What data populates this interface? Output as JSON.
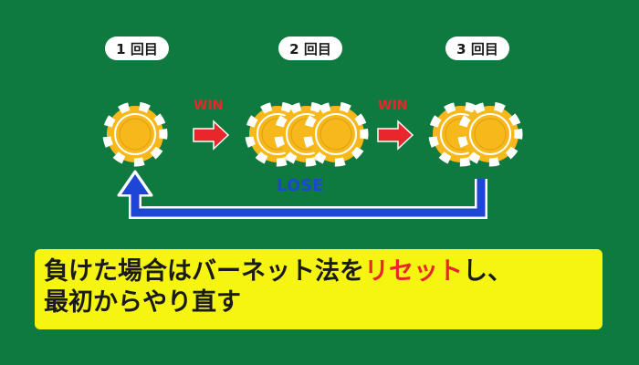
{
  "rounds": [
    {
      "label": "1 回目",
      "chips": 1
    },
    {
      "label": "2 回目",
      "chips": 3
    },
    {
      "label": "3 回目",
      "chips": 2
    }
  ],
  "win_label": "WIN",
  "lose_label": "LOSE",
  "note": {
    "line1_before": "負けた場合はバーネット法を",
    "line1_highlight": "リセット",
    "line1_after": "し、",
    "line2": "最初からやり直す"
  },
  "colors": {
    "background": "#0e7a3f",
    "chip_gold": "#f7b81c",
    "chip_white": "#ffffff",
    "win_arrow": "#e8262b",
    "lose_arrow": "#1d46d6",
    "note_bg": "#f5f511",
    "highlight_text": "#e8262b"
  }
}
